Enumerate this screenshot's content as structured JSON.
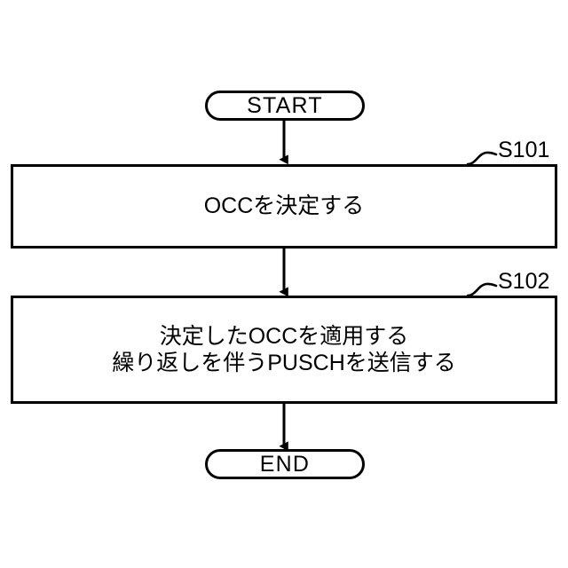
{
  "diagram": {
    "type": "flowchart",
    "orientation": "top-to-bottom",
    "background_color": "#ffffff",
    "stroke_color": "#000000",
    "nodes": [
      {
        "id": "start",
        "shape": "terminator",
        "label": "START"
      },
      {
        "id": "process-1",
        "shape": "process",
        "label": "OCCを決定する",
        "step_ref": "S101"
      },
      {
        "id": "process-2",
        "shape": "process",
        "label_line_1": "決定したOCCを適用する",
        "label_line_2": "繰り返しを伴うPUSCHを送信する",
        "step_ref": "S102"
      },
      {
        "id": "end",
        "shape": "terminator",
        "label": "END"
      }
    ],
    "connectors": [
      {
        "id": "arrow-start-to-process-1",
        "from": "start",
        "to": "process-1",
        "style": "solid-arrow"
      },
      {
        "id": "arrow-process-1-to-process-2",
        "from": "process-1",
        "to": "process-2",
        "style": "solid-arrow"
      },
      {
        "id": "arrow-process-2-to-end",
        "from": "process-2",
        "to": "end",
        "style": "solid-arrow"
      }
    ],
    "leaders": [
      {
        "id": "leader-s101",
        "target": "process-1",
        "style": "squiggle"
      },
      {
        "id": "leader-s102",
        "target": "process-2",
        "style": "squiggle"
      }
    ]
  }
}
